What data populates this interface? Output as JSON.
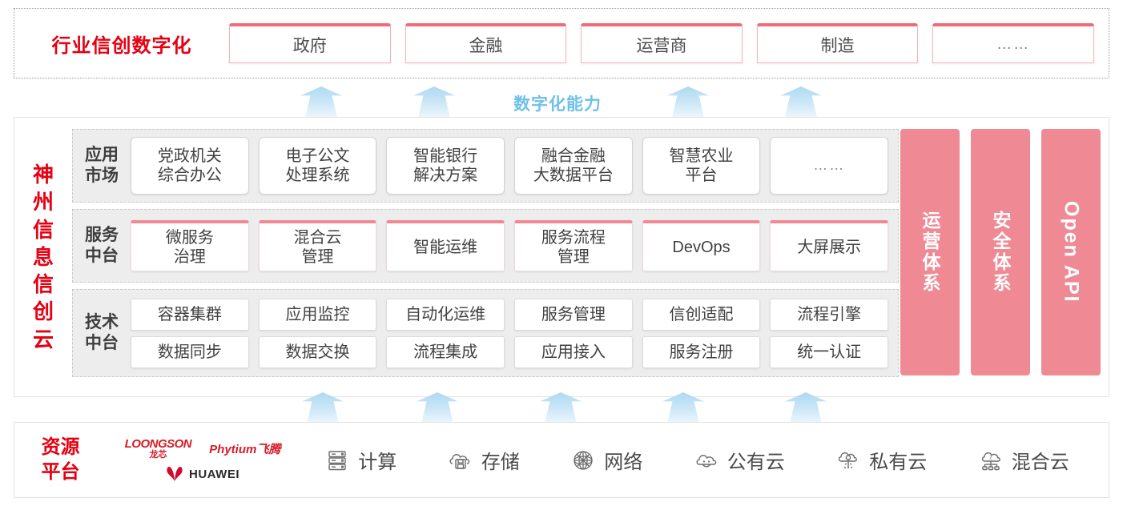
{
  "industry": {
    "title": "行业信创数字化",
    "cards": [
      "政府",
      "金融",
      "运营商",
      "制造",
      "……"
    ]
  },
  "capability": {
    "label": "数字化能力",
    "arrow_count": 4
  },
  "cloud": {
    "title_chars": [
      "神",
      "州",
      "信",
      "息",
      "信",
      "创",
      "云"
    ],
    "bands": [
      {
        "label": "应用\n市场",
        "label_lines": [
          "应用",
          "市场"
        ],
        "cards": [
          "党政机关\n综合办公",
          "电子公文\n处理系统",
          "智能银行\n解决方案",
          "融合金融\n大数据平台",
          "智慧农业\n平台",
          "……"
        ],
        "card_lines": [
          [
            "党政机关",
            "综合办公"
          ],
          [
            "电子公文",
            "处理系统"
          ],
          [
            "智能银行",
            "解决方案"
          ],
          [
            "融合金融",
            "大数据平台"
          ],
          [
            "智慧农业",
            "平台"
          ],
          [
            "……"
          ]
        ]
      },
      {
        "label_lines": [
          "服务",
          "中台"
        ],
        "card_lines": [
          [
            "微服务",
            "治理"
          ],
          [
            "混合云",
            "管理"
          ],
          [
            "智能运维"
          ],
          [
            "服务流程",
            "管理"
          ],
          [
            "DevOps"
          ],
          [
            "大屏展示"
          ]
        ]
      },
      {
        "label_lines": [
          "技术",
          "中台"
        ],
        "row1": [
          "容器集群",
          "应用监控",
          "自动化运维",
          "服务管理",
          "信创适配",
          "流程引擎"
        ],
        "row2": [
          "数据同步",
          "数据交换",
          "流程集成",
          "应用接入",
          "服务注册",
          "统一认证"
        ]
      }
    ],
    "pillars": [
      {
        "text": "运营体系",
        "vertical": "upright"
      },
      {
        "text": "安全体系",
        "vertical": "upright"
      },
      {
        "text": "Open API",
        "vertical": "mixed"
      }
    ]
  },
  "bottom_arrows": {
    "count": 5
  },
  "resource": {
    "title_lines": [
      "资源",
      "平台"
    ],
    "vendors": [
      {
        "name": "LOONGSON",
        "cn": "龙芯",
        "type": "loongson"
      },
      {
        "name": "Phytium飞腾",
        "type": "phytium"
      },
      {
        "name": "HUAWEI",
        "type": "huawei"
      }
    ],
    "items": [
      {
        "icon": "server-icon",
        "label": "计算"
      },
      {
        "icon": "cloud-storage-icon",
        "label": "存储"
      },
      {
        "icon": "network-mesh-icon",
        "label": "网络"
      },
      {
        "icon": "public-cloud-icon",
        "label": "公有云"
      },
      {
        "icon": "private-cloud-icon",
        "label": "私有云"
      },
      {
        "icon": "hybrid-cloud-icon",
        "label": "混合云"
      }
    ]
  },
  "colors": {
    "brand_red": "#e60012",
    "pink": "#ef8a95",
    "arrow_blue": "#bfe1f5",
    "band_gray": "#ededed"
  }
}
